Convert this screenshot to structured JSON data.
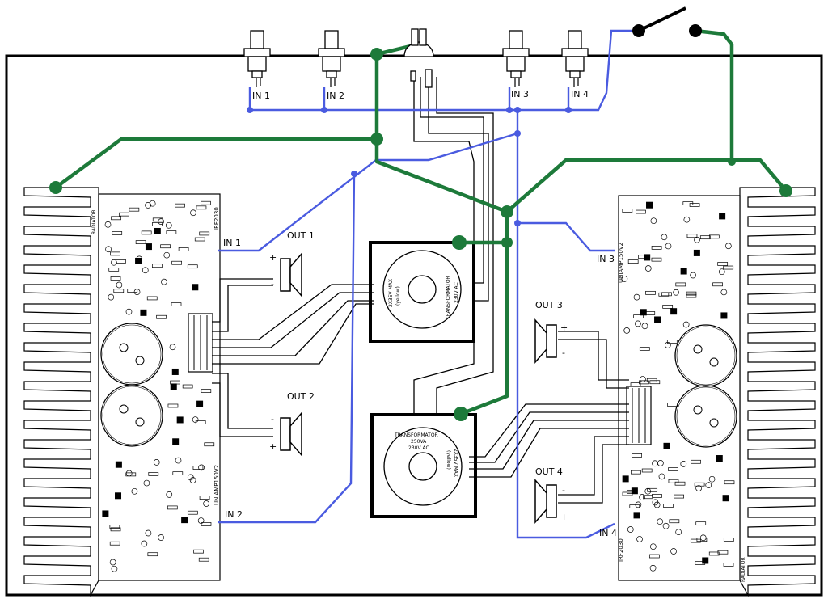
{
  "colors": {
    "signal": "#4a5be0",
    "ground": "#1d7a3a",
    "wire": "#000000",
    "background": "#ffffff"
  },
  "inputs": {
    "in1": "IN 1",
    "in2": "IN 2",
    "in3": "IN 3",
    "in4": "IN 4"
  },
  "outputs": {
    "out1": "OUT 1",
    "out2": "OUT 2",
    "out3": "OUT 3",
    "out4": "OUT 4"
  },
  "polarity": {
    "plus": "+",
    "minus": "-"
  },
  "transformer_top": {
    "label": "TRANSFORMATOR",
    "primary": "230V AC",
    "secondary": "2X35V MAX",
    "note": "(yellow)"
  },
  "transformer_bottom": {
    "label": "TRANSFORMATOR",
    "power": "250VA",
    "primary": "230V AC",
    "secondary": "2X35V MAX",
    "note": "(yellow)"
  },
  "pcb_left": {
    "radiator": "RADIATOR",
    "top_id": "IRF2030",
    "bottom_id": "UNIAMP150V2"
  },
  "pcb_right": {
    "radiator": "RADIATOR",
    "top_id": "UNIAMP150V2",
    "bottom_id": "IRF2030"
  },
  "icons": [
    "rca-jack-icon",
    "power-switch-icon",
    "fuse-icon",
    "speaker-icon",
    "toroid-transformer-icon",
    "heatsink-icon"
  ]
}
